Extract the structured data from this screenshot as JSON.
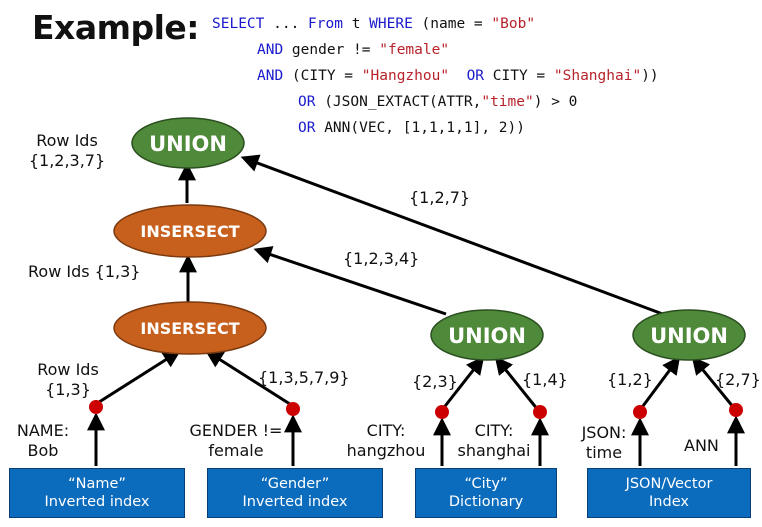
{
  "title": "Example:",
  "sql": {
    "l1": {
      "kw1": "SELECT",
      "t1": " ... ",
      "kw2": "From",
      "t2": " t ",
      "kw3": "WHERE",
      "t3": " (name = ",
      "s1": "\"Bob\""
    },
    "l2": {
      "kw1": "AND",
      "t1": " gender != ",
      "s1": "\"female\""
    },
    "l3": {
      "kw1": "AND",
      "t1": " (CITY = ",
      "s1": "\"Hangzhou\"",
      "t2": "  ",
      "kw2": "OR",
      "t3": " CITY = ",
      "s2": "\"Shanghai\"",
      "t4": "))"
    },
    "l4": {
      "kw1": "OR",
      "t1": " (JSON_EXTACT(ATTR,",
      "s1": "\"time\"",
      "t2": ") > 0"
    },
    "l5": {
      "kw1": "OR",
      "t1": " ANN(VEC, [1,1,1,1], 2))"
    }
  },
  "nodes": {
    "union_top": "UNION",
    "intersect_top": "INSERSECT",
    "intersect_bottom": "INSERSECT",
    "union_city": "UNION",
    "union_json": "UNION"
  },
  "labels": {
    "rowids_top_1": "Row Ids",
    "rowids_top_2": "{1,2,3,7}",
    "rowids_mid": "Row Ids {1,3}",
    "rowids_bot_1": "Row Ids",
    "rowids_bot_2": "{1,3}",
    "set_127_top": "{1,2,7}",
    "set_1234": "{1,2,3,4}",
    "set_13579": "{1,3,5,7,9}",
    "set_23": "{2,3}",
    "set_14": "{1,4}",
    "set_12": "{1,2}",
    "set_27": "{2,7}"
  },
  "leaves": {
    "name_1": "NAME:",
    "name_2": "Bob",
    "gender_1": "GENDER !=",
    "gender_2": "female",
    "city_hz_1": "CITY:",
    "city_hz_2": "hangzhou",
    "city_sh_1": "CITY:",
    "city_sh_2": "shanghai",
    "json_1": "JSON:",
    "json_2": "time",
    "ann": "ANN"
  },
  "indexes": {
    "name_1": "“Name”",
    "name_2": "Inverted index",
    "gender_1": "“Gender”",
    "gender_2": "Inverted index",
    "city_1": "“City”",
    "city_2": "Dictionary",
    "json_1": "JSON/Vector",
    "json_2": "Index"
  },
  "colors": {
    "union": "#4e8a3a",
    "intersect": "#c8601d",
    "dot": "#cc0000",
    "index_box": "#0b6bbd"
  }
}
